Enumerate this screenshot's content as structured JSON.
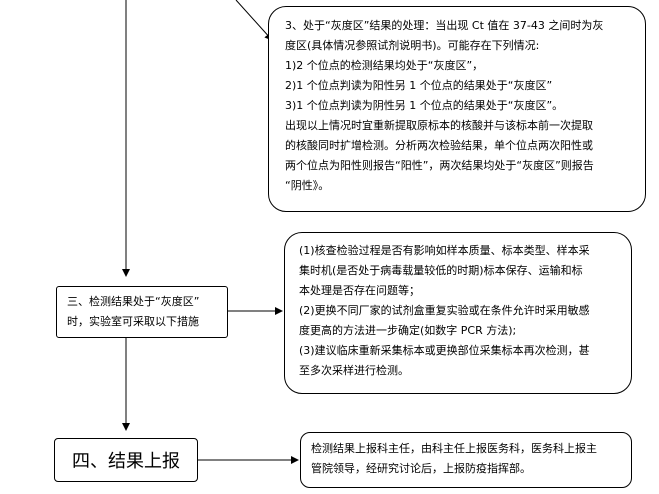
{
  "gray_zone_box": {
    "lines": [
      "3、处于“灰度区”结果的处理：当出现 Ct 值在 37-43 之间时为灰",
      "度区(具体情况参照试剂说明书)。可能存在下列情况:",
      "1)2 个位点的检测结果均处于“灰度区”，",
      "2)1 个位点判读为阳性另 1 个位点的结果处于“灰度区”",
      "3)1 个位点判读为阴性另 1 个位点的结果处于“灰度区”。",
      "出现以上情况时宜重新提取原标本的核酸并与该标本前一次提取",
      "的核酸同时扩增检测。分析两次检验结果，单个位点两次阳性或",
      "两个位点为阳性则报告“阳性”，两次结果均处于“灰度区”则报告",
      "“阴性》。"
    ]
  },
  "step3_box": {
    "lines": [
      "三、检测结果处于“灰度区”",
      "时，实验室可采取以下措施"
    ]
  },
  "measures_box": {
    "lines": [
      "(1)核查检验过程是否有影响如样本质量、标本类型、样本采",
      "集时机(是否处于病毒载量较低的时期)标本保存、运输和标",
      "本处理是否存在问题等；",
      "(2)更换不同厂家的试剂盒重复实验或在条件允许时采用敏感",
      "度更高的方法进一步确定(如数字 PCR 方法);",
      "(3)建议临床重新采集标本或更换部位采集标本再次检测，甚",
      "至多次采样进行检测。"
    ]
  },
  "step4_box": {
    "title": "四、结果上报"
  },
  "report_box": {
    "lines": [
      "检测结果上报科主任，由科主任上报医务科，医务科上报主",
      "管院领导，经研究讨论后，上报防疫指挥部。"
    ]
  }
}
